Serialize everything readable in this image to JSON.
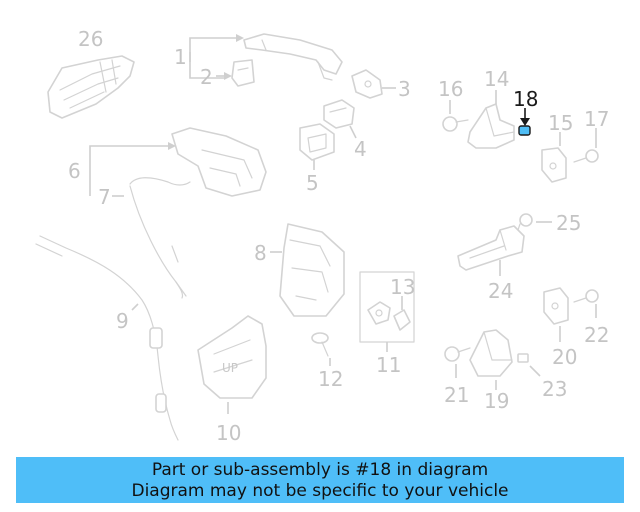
{
  "callouts": {
    "c1": "1",
    "c2": "2",
    "c3": "3",
    "c4": "4",
    "c5": "5",
    "c6": "6",
    "c7": "7",
    "c8": "8",
    "c9": "9",
    "c10": "10",
    "c11": "11",
    "c12": "12",
    "c13": "13",
    "c14": "14",
    "c15": "15",
    "c16": "16",
    "c17": "17",
    "c18": "18",
    "c19": "19",
    "c20": "20",
    "c21": "21",
    "c22": "22",
    "c23": "23",
    "c24": "24",
    "c25": "25",
    "c26": "26"
  },
  "highlight": {
    "part_number": "18",
    "color": "#4fbdf5"
  },
  "stamp_text": "UP",
  "banner": {
    "line1": "Part or sub-assembly is #18 in diagram",
    "line2": "Diagram may not be specific to your vehicle",
    "background": "#4fbef8"
  }
}
